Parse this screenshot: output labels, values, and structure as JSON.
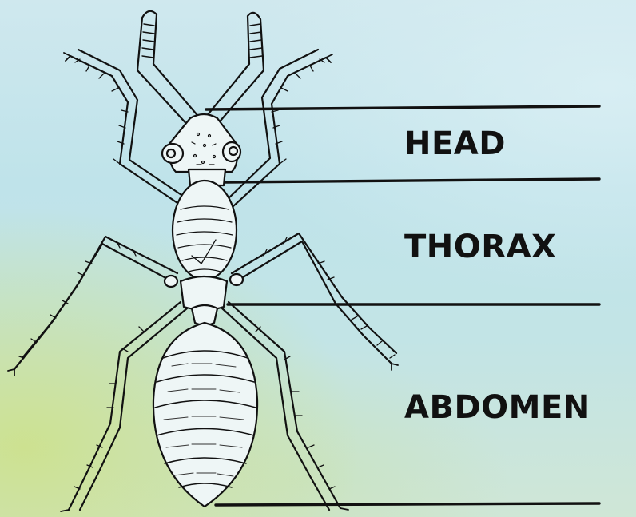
{
  "diagram": {
    "labels": [
      {
        "id": "head",
        "text": "HEAD"
      },
      {
        "id": "thorax",
        "text": "THORAX"
      },
      {
        "id": "abdomen",
        "text": "ABDOMEN"
      }
    ]
  },
  "colors": {
    "ink": "#111111",
    "background_top": "#cfe8ee",
    "background_glow": "#cde18c"
  }
}
